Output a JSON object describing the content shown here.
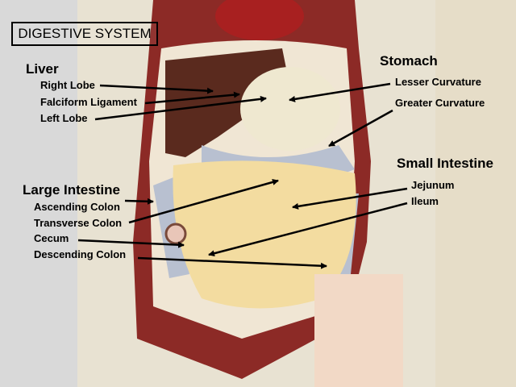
{
  "title": "DIGESTIVE SYSTEM",
  "groups": {
    "liver": {
      "heading": "Liver",
      "items": [
        "Right Lobe",
        "Falciform Ligament",
        "Left Lobe"
      ]
    },
    "stomach": {
      "heading": "Stomach",
      "items": [
        "Lesser Curvature",
        "Greater Curvature"
      ]
    },
    "small_intestine": {
      "heading": "Small Intestine",
      "items": [
        "Jejunum",
        "Ileum"
      ]
    },
    "large_intestine": {
      "heading": "Large Intestine",
      "items": [
        "Ascending Colon",
        "Transverse Colon",
        "Cecum",
        "Descending Colon"
      ]
    }
  },
  "colors": {
    "background": "#d9d9d9",
    "muscle": "#8c2a26",
    "liver": "#5a2a1e",
    "stomach": "#efe8d0",
    "small_intestine": "#f3dca0",
    "colon": "#b8c0d0",
    "arrow": "#000000"
  }
}
